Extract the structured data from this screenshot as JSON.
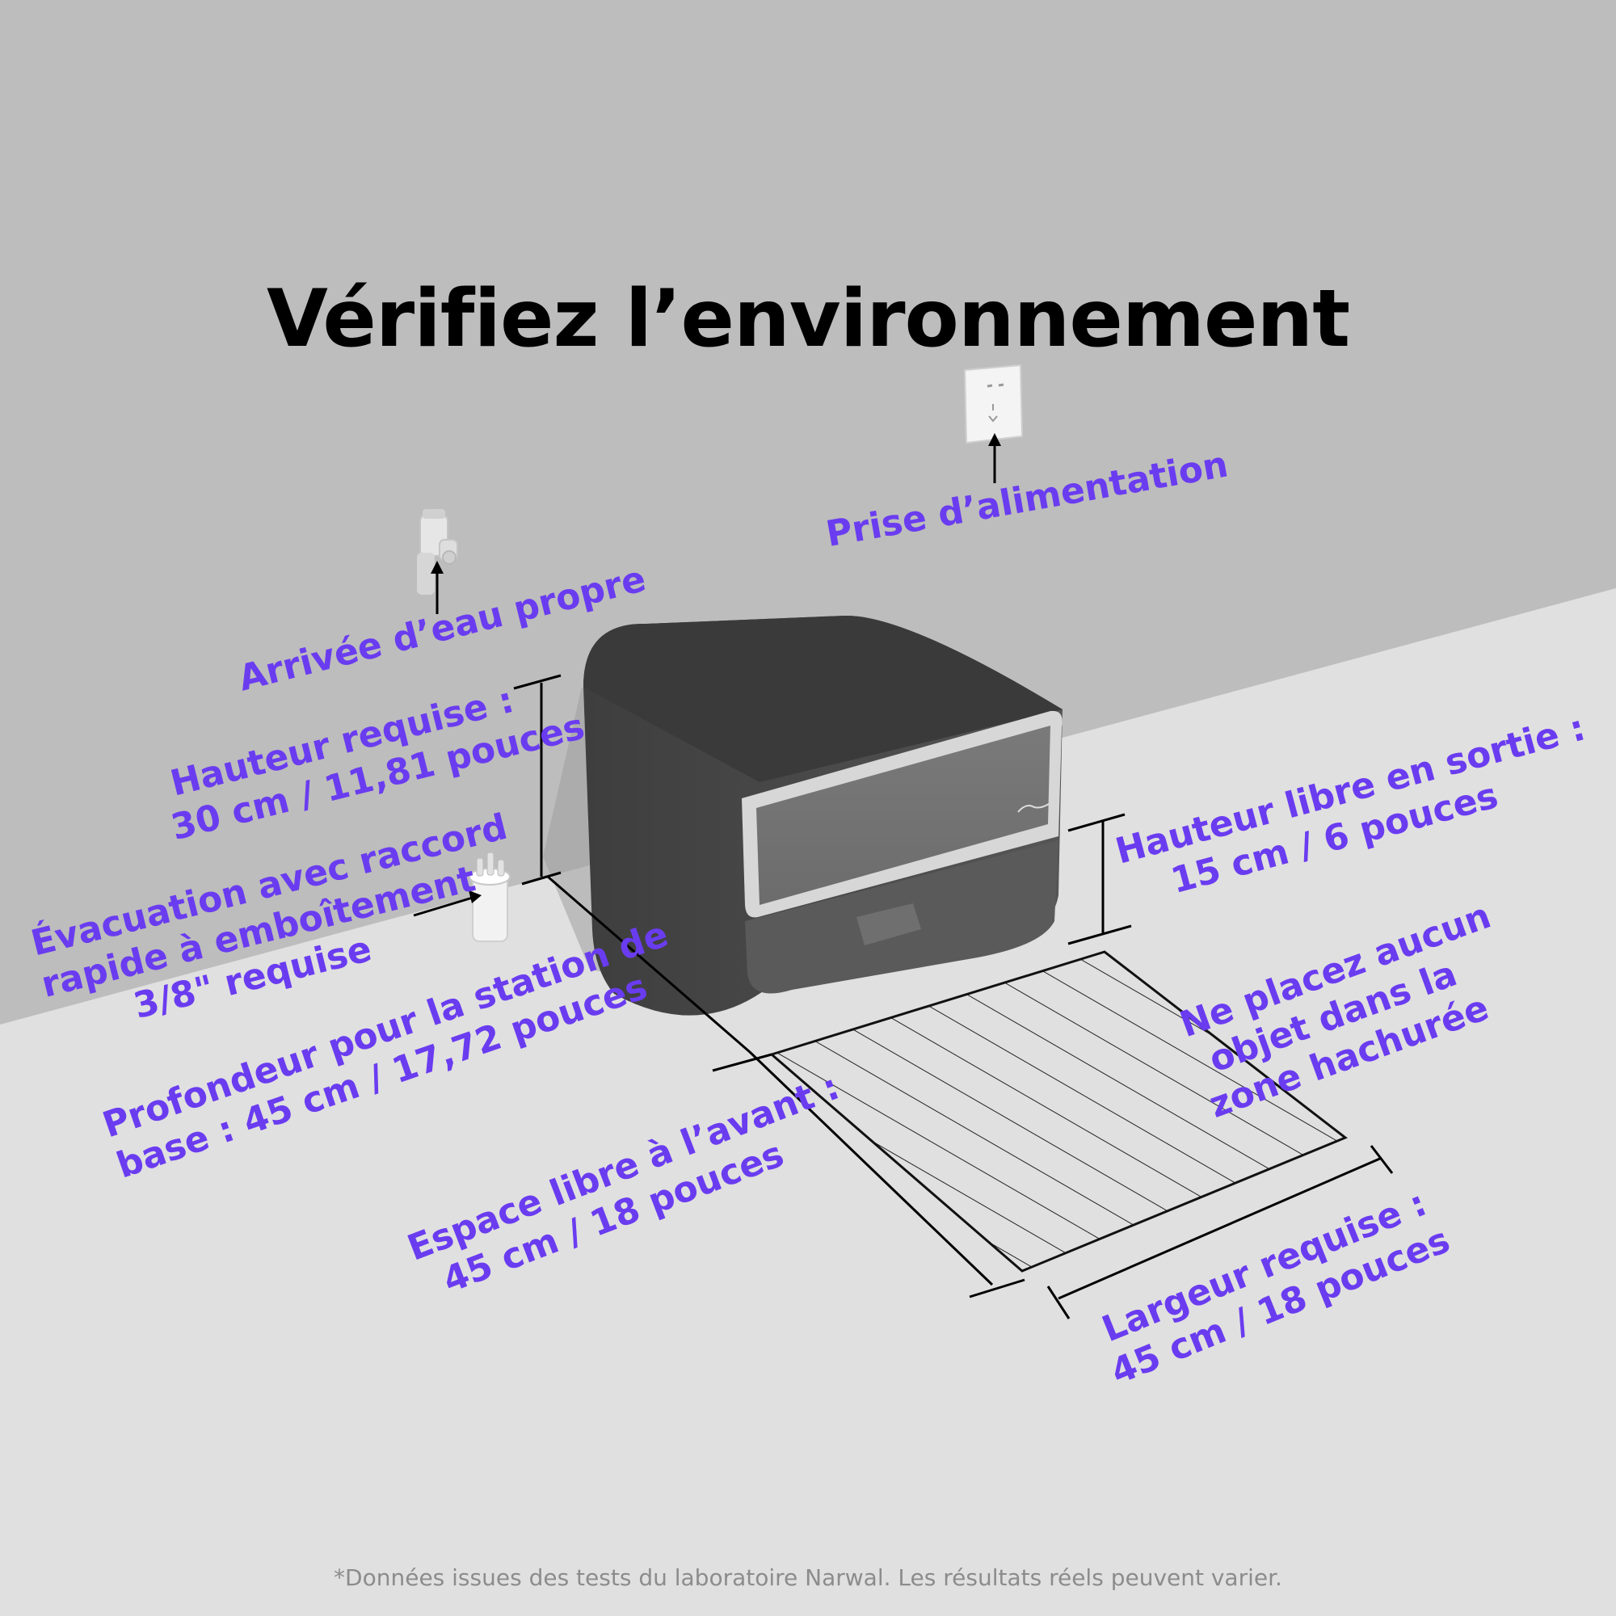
{
  "title": "Vérifiez l’environnement",
  "labels": {
    "power_outlet": "Prise d’alimentation",
    "water_inlet": "Arrivée d’eau propre",
    "required_height": {
      "line1": "Hauteur requise :",
      "line2": "30 cm / 11,81 pouces"
    },
    "drain": {
      "line1": "Évacuation avec raccord",
      "line2": "rapide à emboîtement",
      "line3": "3/8\" requise"
    },
    "depth": {
      "line1": "Profondeur pour la station de",
      "line2": "base : 45 cm / 17,72 pouces"
    },
    "exit_clearance": {
      "line1": "Hauteur libre en sortie :",
      "line2": "15 cm / 6 pouces"
    },
    "hatched_zone": {
      "line1": "Ne placez aucun",
      "line2": "objet dans la",
      "line3": "zone hachurée"
    },
    "front_space": {
      "line1": "Espace libre à l’avant :",
      "line2": "45 cm / 18 pouces"
    },
    "width": {
      "line1": "Largeur requise :",
      "line2": "45 cm / 18 pouces"
    }
  },
  "footnote": "*Données issues des tests du laboratoire Narwal. Les résultats réels peuvent varier.",
  "colors": {
    "wall": "#bdbdbd",
    "floor": "#e0e0e0",
    "accent": "#6a3cf0",
    "station_body": "#4c4c4c"
  }
}
